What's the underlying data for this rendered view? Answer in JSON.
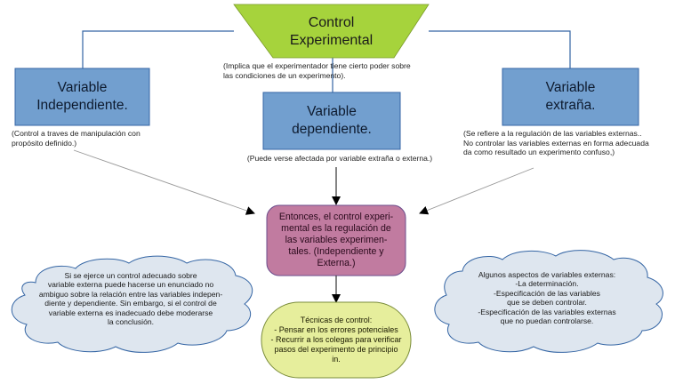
{
  "diagram": {
    "title": {
      "line1": "Control",
      "line2": "Experimental",
      "note_line1": "(Implica que el experimentador tiene cierto poder sobre",
      "note_line2": "las  condiciones de un experimento)."
    },
    "independent": {
      "line1": "Variable",
      "line2": "Independiente.",
      "note_line1": "(Control a traves de manipulación con",
      "note_line2": "propósito definido.)"
    },
    "dependent": {
      "line1": "Variable",
      "line2": "dependiente.",
      "note": "(Puede verse afectada por variable extraña o externa.)"
    },
    "extraneous": {
      "line1": "Variable",
      "line2": "extraña.",
      "note_line1": "(Se refiere a la regulación de las variables externas..",
      "note_line2": "No controlar las variables externas en forma adecuada",
      "note_line3": "da como resultado un experimento confuso,)"
    },
    "conclusion": {
      "line1": "Entonces, el control experi-",
      "line2": "mental es la regulación de",
      "line3": "las variables experimen-",
      "line4": "tales. (Independiente y",
      "line5": "Externa.)"
    },
    "techniques": {
      "line1": "Técnicas de control:",
      "line2": "- Pensar en los errores potenciales",
      "line3": "- Recurrir a los colegas para verificar",
      "line4": "pasos del experimento de principio",
      "line5": "in."
    },
    "left_cloud": {
      "line1": "Si se ejerce un control adecuado sobre",
      "line2": "variable externa puede hacerse un enunciado no",
      "line3": "ambiguo sobre la relación entre las variables indepen-",
      "line4": "diente y dependiente. Sin embargo, si el control de",
      "line5": "variable externa es inadecuado debe moderarse",
      "line6": "la conclusión."
    },
    "right_cloud": {
      "line1": "Algunos aspectos de variables externas:",
      "line2": "-La determinación.",
      "line3": "-Especificación de las variables",
      "line4": "que se deben controlar.",
      "line5": "-Especificación de las variables externas",
      "line6": "que no puedan controlarse."
    }
  },
  "colors": {
    "trapezoid_fill": "#a6d33c",
    "box_fill": "#729fcf",
    "box_stroke": "#3465a4",
    "connector": "#3465a4",
    "pink_fill": "#c17ba0",
    "pink_stroke": "#6c4d8c",
    "green_fill": "#e6ee9c",
    "green_stroke": "#7a8c3a",
    "cloud_fill": "#dee6ef",
    "cloud_stroke": "#3465a4"
  }
}
